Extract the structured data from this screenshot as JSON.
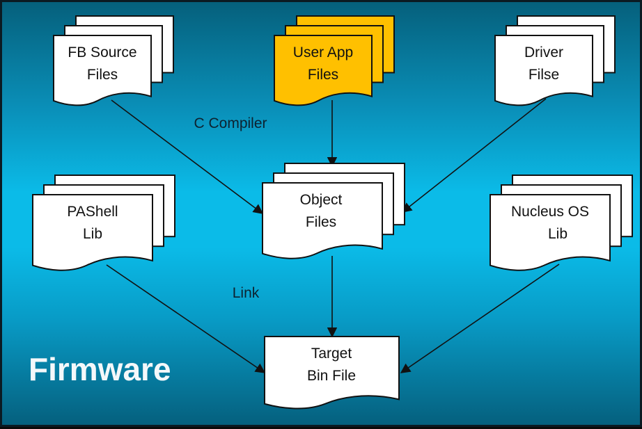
{
  "diagram": {
    "title": "Firmware",
    "colors": {
      "doc_fill": "#ffffff",
      "highlight_fill": "#ffc000",
      "stroke": "#111111",
      "bg_dark": "#05607c",
      "bg_light": "#0bbbe8"
    },
    "nodes": [
      {
        "id": "fb-source",
        "lines": [
          "FB Source",
          "Files"
        ],
        "multi": true,
        "highlight": false
      },
      {
        "id": "user-app",
        "lines": [
          "User App",
          "Files"
        ],
        "multi": true,
        "highlight": true
      },
      {
        "id": "driver",
        "lines": [
          "Driver",
          "Filse"
        ],
        "multi": true,
        "highlight": false
      },
      {
        "id": "object",
        "lines": [
          "Object",
          "Files"
        ],
        "multi": true,
        "highlight": false
      },
      {
        "id": "pashell",
        "lines": [
          "PAShell",
          "Lib"
        ],
        "multi": true,
        "highlight": false
      },
      {
        "id": "nucleus",
        "lines": [
          "Nucleus OS",
          "Lib"
        ],
        "multi": true,
        "highlight": false
      },
      {
        "id": "target",
        "lines": [
          "Target",
          "Bin File"
        ],
        "multi": false,
        "highlight": false
      }
    ],
    "edges": [
      {
        "from": "fb-source",
        "to": "object"
      },
      {
        "from": "user-app",
        "to": "object"
      },
      {
        "from": "driver",
        "to": "object"
      },
      {
        "from": "object",
        "to": "target"
      },
      {
        "from": "pashell",
        "to": "target"
      },
      {
        "from": "nucleus",
        "to": "target"
      }
    ],
    "labels": {
      "compile": "C Compiler",
      "link": "Link"
    }
  }
}
